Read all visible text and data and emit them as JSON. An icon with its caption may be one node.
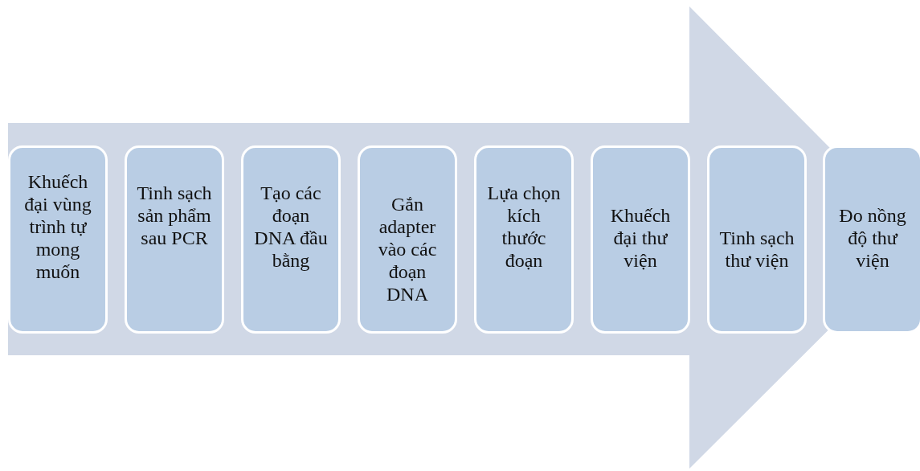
{
  "diagram": {
    "nodes": [
      {
        "text": [
          "Khuếch đại vùng trình tự mong muốn"
        ]
      },
      {
        "text": [
          "Tinh sạch sản phẩm sau PCR"
        ]
      },
      {
        "text": [
          "Tạo các đoạn DNA đầu bằng"
        ]
      },
      {
        "text": [
          "Gắn adapter vào các đoạn DNA"
        ]
      },
      {
        "text": [
          "Lựa chọn kích thước đoạn"
        ]
      },
      {
        "text": [
          "Khuếch đại thư viện"
        ]
      },
      {
        "text": [
          "Tinh sạch thư viện"
        ]
      },
      {
        "text": [
          "Đo nồng độ thư viện"
        ]
      }
    ],
    "edges": [
      {
        "from": 0,
        "to": 7,
        "arrow": "to"
      }
    ]
  }
}
